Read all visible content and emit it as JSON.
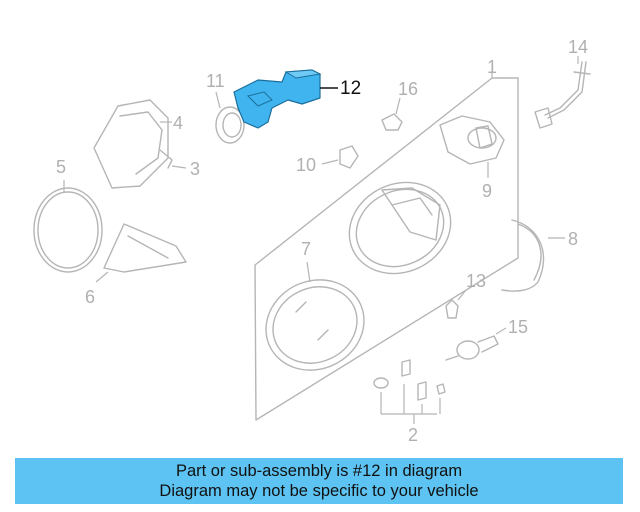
{
  "diagram": {
    "highlighted_part": "12",
    "highlight_color": "#3fb4ee",
    "callouts": {
      "c1": "1",
      "c2": "2",
      "c3": "3",
      "c4": "4",
      "c5": "5",
      "c6": "6",
      "c7": "7",
      "c8": "8",
      "c9": "9",
      "c10": "10",
      "c11": "11",
      "c12": "12",
      "c13": "13",
      "c14": "14",
      "c15": "15",
      "c16": "16"
    }
  },
  "banner": {
    "line1": "Part or sub-assembly is #12 in diagram",
    "line2": "Diagram may not be specific to your vehicle",
    "color": "#5cc3f2"
  }
}
